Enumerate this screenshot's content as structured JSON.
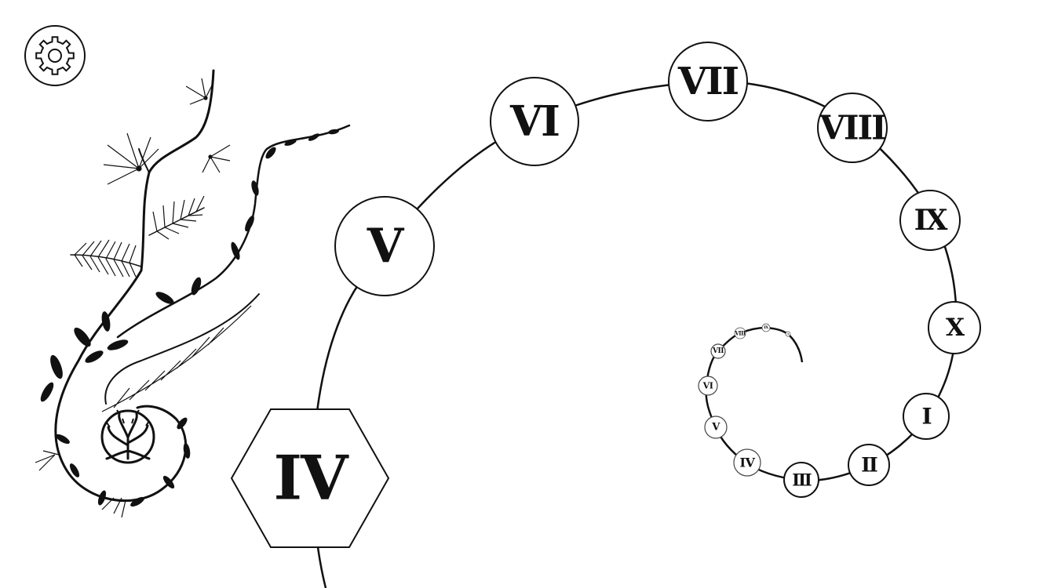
{
  "settings": {
    "icon": "gear-icon"
  },
  "decoration": {
    "icon": "tree-of-life-icon"
  },
  "levels": [
    {
      "label": "I",
      "selected": false
    },
    {
      "label": "II",
      "selected": false
    },
    {
      "label": "III",
      "selected": false
    },
    {
      "label": "IV",
      "selected": true
    },
    {
      "label": "V",
      "selected": false
    },
    {
      "label": "VI",
      "selected": false
    },
    {
      "label": "VII",
      "selected": false
    },
    {
      "label": "VIII",
      "selected": false
    },
    {
      "label": "IX",
      "selected": false
    },
    {
      "label": "X",
      "selected": false
    }
  ],
  "mini_spiral": {
    "labels": [
      "IV",
      "V",
      "VI",
      "VII",
      "VIII",
      "IX",
      "X"
    ]
  },
  "colors": {
    "ink": "#111111",
    "background": "#ffffff"
  }
}
